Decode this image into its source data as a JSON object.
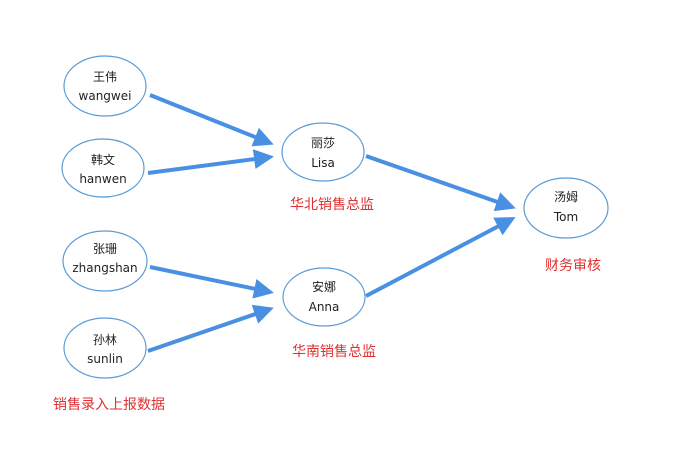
{
  "nodes": {
    "wangwei": {
      "name": "王伟",
      "pinyin": "wangwei"
    },
    "hanwen": {
      "name": "韩文",
      "pinyin": "hanwen"
    },
    "zhangshan": {
      "name": "张珊",
      "pinyin": "zhangshan"
    },
    "sunlin": {
      "name": "孙林",
      "pinyin": "sunlin"
    },
    "lisa": {
      "name": "丽莎",
      "pinyin": "Lisa"
    },
    "anna": {
      "name": "安娜",
      "pinyin": "Anna"
    },
    "tom": {
      "name": "汤姆",
      "pinyin": "Tom"
    }
  },
  "labels": {
    "north_director": "华北销售总监",
    "south_director": "华南销售总监",
    "finance_review": "财务审核",
    "sales_entry": "销售录入上报数据"
  },
  "colors": {
    "edge": "#4a90e2",
    "node_border": "#5b9bd5",
    "label": "#e03030"
  }
}
